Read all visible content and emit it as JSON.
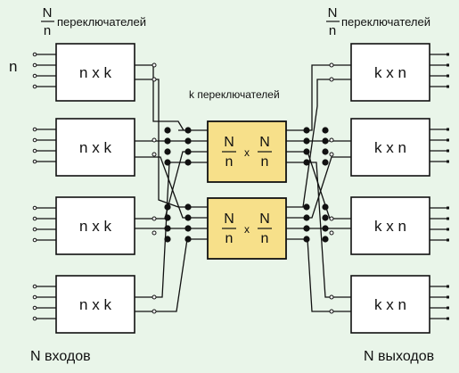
{
  "labels": {
    "left_frac_num": "N",
    "left_frac_den": "n",
    "left_switches": "переключателей",
    "right_frac_num": "N",
    "right_frac_den": "n",
    "right_switches": "переключателей",
    "n_label": "n",
    "k_switches": "k переключателей",
    "n_inputs": "N входов",
    "n_outputs": "N выходов"
  },
  "switches": {
    "input_label": "n x k",
    "output_label": "k x n",
    "middle_num": "N",
    "middle_den": "n",
    "middle_times": "x"
  },
  "colors": {
    "background": "#e9f5e9",
    "box_fill": "#ffffff",
    "middle_fill": "#f7e08a",
    "line": "#111111"
  }
}
